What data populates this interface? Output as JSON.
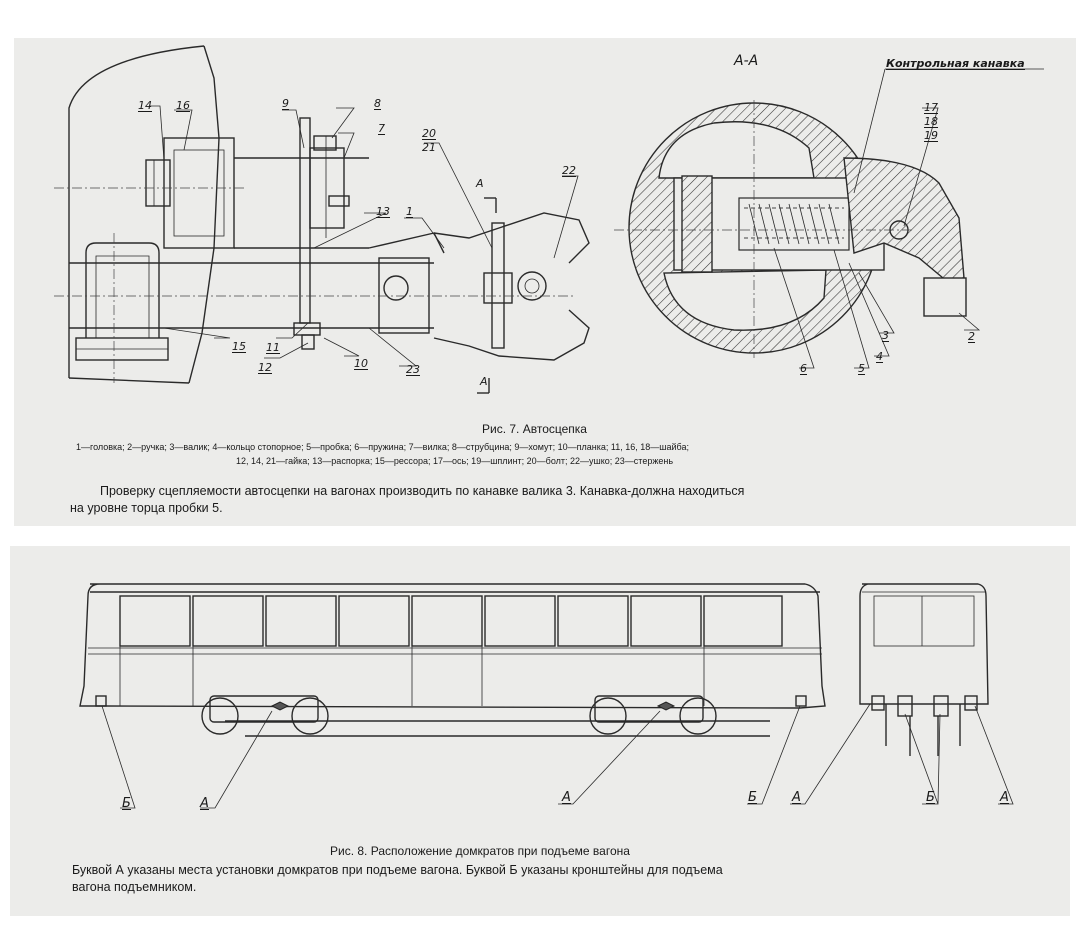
{
  "fig7": {
    "title": "Рис. 7. Автосцепка",
    "legend_line1": "1—головка; 2—ручка; 3—валик; 4—кольцо стопорное; 5—пробка; 6—пружина; 7—вилка; 8—струбцина; 9—хомут; 10—планка; 11, 16, 18—шайба;",
    "legend_line2": "12, 14, 21—гайка; 13—распорка; 15—рессора; 17—ось; 19—шплинт; 20—болт; 22—ушко; 23—стержень",
    "note_line1": "Проверку сцепляемости автосцепки на вагонах производить по канавке валика 3. Канавка-должна находиться",
    "note_line2": "на уровне торца пробки 5.",
    "section_title": "А-А",
    "groove_label": "Контрольная канавка",
    "section_mark": "А",
    "labels": {
      "n14": "14",
      "n16": "16",
      "n9": "9",
      "n8": "8",
      "n7": "7",
      "n20": "20",
      "n21": "21",
      "n22": "22",
      "n13": "13",
      "n1": "1",
      "n15": "15",
      "n11": "11",
      "n12": "12",
      "n10": "10",
      "n23": "23",
      "n17": "17",
      "n18": "18",
      "n19": "19",
      "n3": "3",
      "n2": "2",
      "n4": "4",
      "n5": "5",
      "n6": "6"
    }
  },
  "fig8": {
    "title": "Рис. 8. Расположение домкратов при подъеме вагона",
    "note_line1": "Буквой А указаны места установки домкратов при подъеме вагона.  Буквой Б указаны кронштейны для подъема",
    "note_line2": "вагона подъемником.",
    "labels": {
      "b_left": "Б",
      "a_left": "А",
      "a_mid": "А",
      "b_right": "Б",
      "a_end_left": "А",
      "b_end": "Б",
      "a_end_right": "А"
    }
  }
}
